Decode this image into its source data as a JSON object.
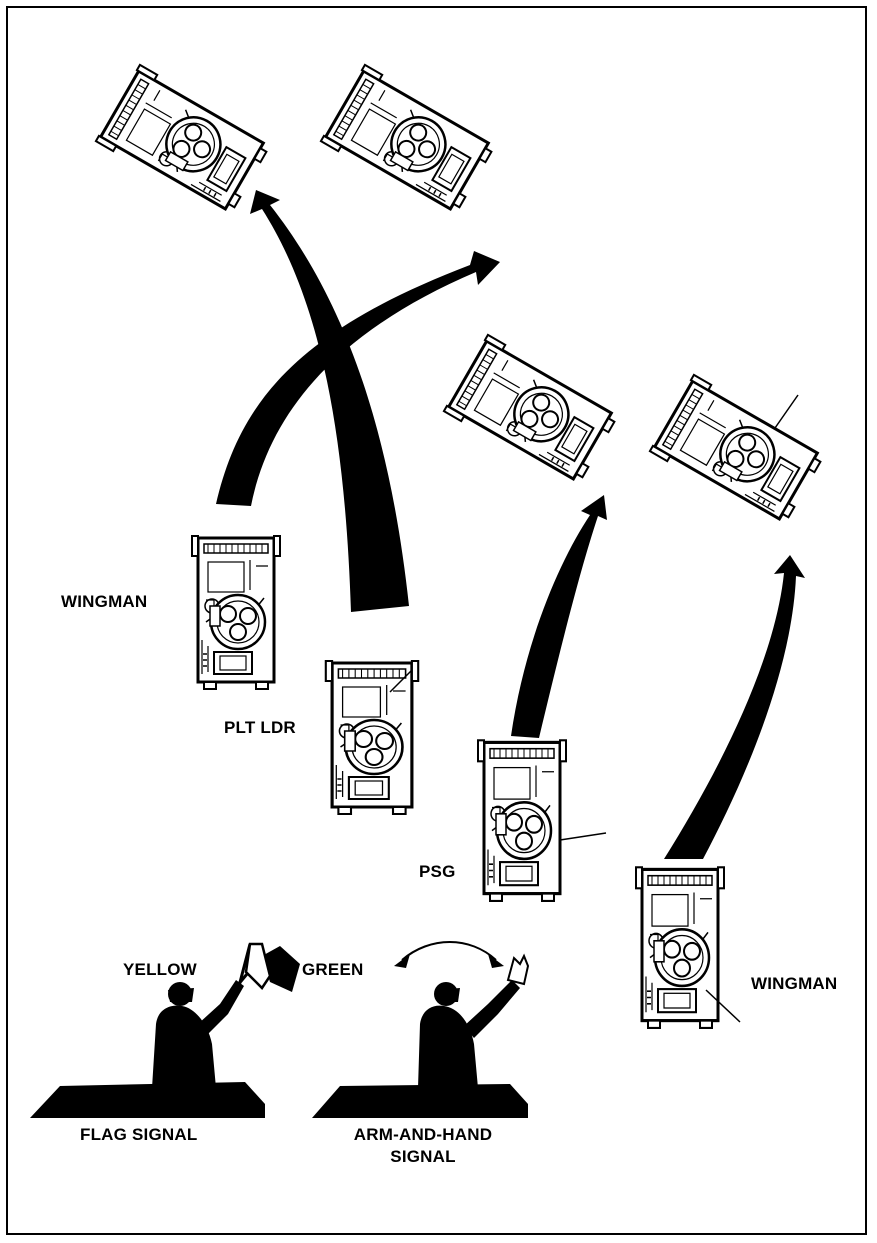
{
  "labels": {
    "wingman_left": "WINGMAN",
    "plt_ldr": "PLT LDR",
    "psg": "PSG",
    "wingman_right": "WINGMAN",
    "yellow": "YELLOW",
    "green": "GREEN",
    "flag_signal": "FLAG SIGNAL",
    "arm_hand_line1": "ARM-AND-HAND",
    "arm_hand_line2": "SIGNAL"
  },
  "colors": {
    "ink": "#000000",
    "paper": "#ffffff"
  }
}
